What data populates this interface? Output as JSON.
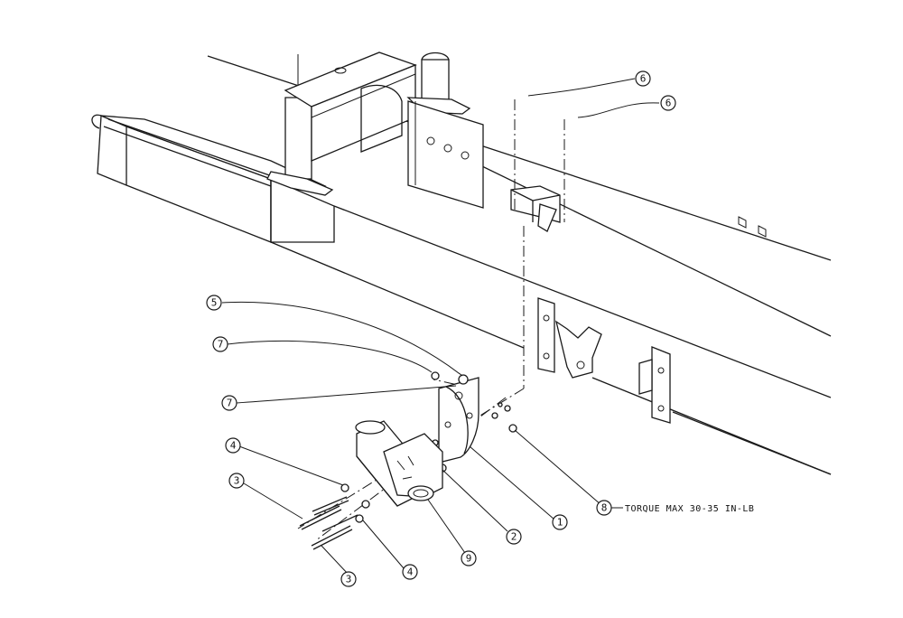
{
  "callouts": [
    {
      "id": "callout-1",
      "number": "1"
    },
    {
      "id": "callout-2",
      "number": "2"
    },
    {
      "id": "callout-3-upper",
      "number": "3"
    },
    {
      "id": "callout-3-lower",
      "number": "3"
    },
    {
      "id": "callout-4-upper",
      "number": "4"
    },
    {
      "id": "callout-4-lower",
      "number": "4"
    },
    {
      "id": "callout-5",
      "number": "5"
    },
    {
      "id": "callout-6-left",
      "number": "6"
    },
    {
      "id": "callout-6-right",
      "number": "6"
    },
    {
      "id": "callout-7-upper",
      "number": "7"
    },
    {
      "id": "callout-7-lower",
      "number": "7"
    },
    {
      "id": "callout-8",
      "number": "8"
    },
    {
      "id": "callout-9",
      "number": "9"
    }
  ],
  "notes": {
    "torque_note": "TORQUE MAX 30-35 IN-LB"
  }
}
